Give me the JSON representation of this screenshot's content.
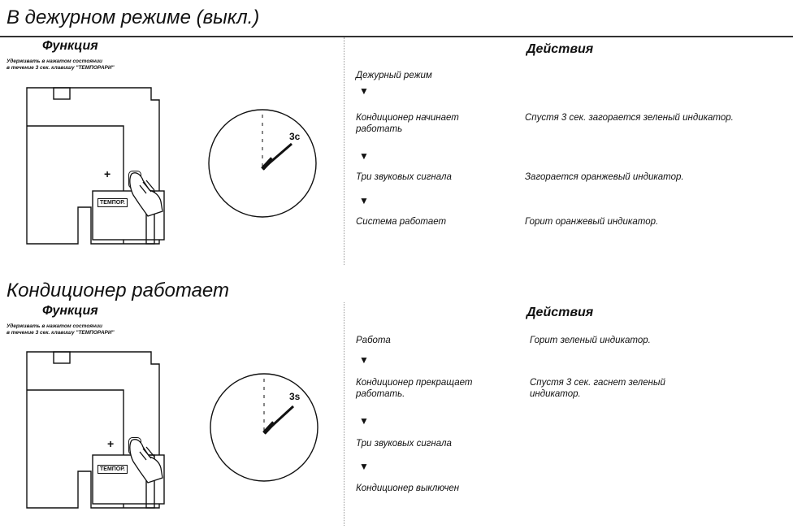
{
  "section1": {
    "title": "В дежурном режиме (выкл.)",
    "function_header": "Функция",
    "actions_header": "Действия",
    "instruction_line1": "Удерживать в нажатом состоянии",
    "instruction_line2": "в течение 3 сек. клавишу \"ТЕМПОРАРИ\"",
    "button_label": "ТЕМПОР.",
    "plus_sign": "+",
    "timer_label": "3c",
    "steps": [
      {
        "left": "Дежурный режим",
        "right": ""
      },
      {
        "left": "Кондиционер начинает работать",
        "right": "Спустя 3 сек. загорается зеленый индикатор."
      },
      {
        "left": "Три звуковых сигнала",
        "right": "Загорается оранжевый индикатор."
      },
      {
        "left": "Система работает",
        "right": "Горит оранжевый индикатор."
      }
    ]
  },
  "section2": {
    "title": "Кондиционер работает",
    "function_header": "Функция",
    "actions_header": "Действия",
    "instruction_line1": "Удерживать в нажатом состоянии",
    "instruction_line2": "в течение 3 сек. клавишу \"ТЕМПОРАРИ\"",
    "button_label": "ТЕМПОР.",
    "plus_sign": "+",
    "timer_label": "3s",
    "steps": [
      {
        "left": "Работа",
        "right": "Горит зеленый индикатор."
      },
      {
        "left": "Кондиционер прекращает работать.",
        "right": "Спустя 3 сек. гаснет зеленый индикатор."
      },
      {
        "left": "Три звуковых сигнала",
        "right": ""
      },
      {
        "left": "Кондиционер выключен",
        "right": ""
      }
    ]
  }
}
